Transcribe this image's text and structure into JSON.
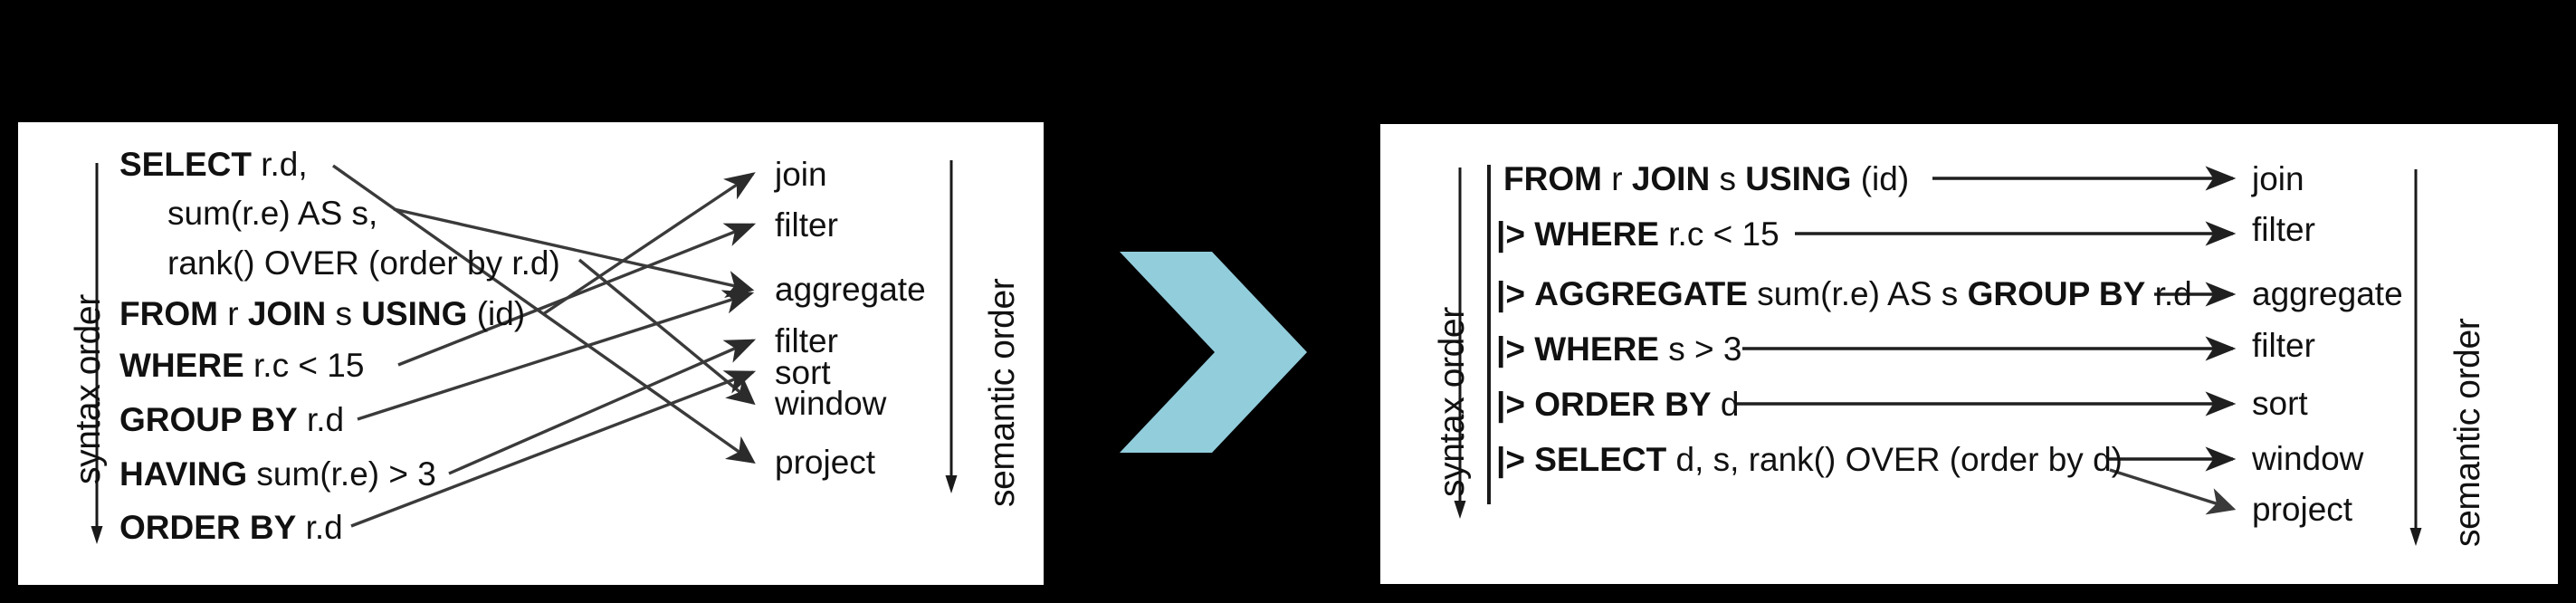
{
  "figure": {
    "background_color": "#000000",
    "panel_color": "#ffffff",
    "ink_color": "#111111",
    "chevron_color": "#92cddc",
    "chevron_icon": "chevron-right-icon"
  },
  "left_panel": {
    "syntax_axis_label": "syntax order",
    "semantic_axis_label": "semantic order",
    "clauses": [
      {
        "keyword": "SELECT",
        "rest": " r.d,"
      },
      {
        "keyword": "",
        "rest": "sum(r.e) AS s,"
      },
      {
        "keyword": "",
        "rest": "rank() OVER (order by r.d)"
      },
      {
        "keyword": "FROM",
        "rest": " r JOIN s USING (id)",
        "bold_parts": "FROM r JOIN s USING (id)"
      },
      {
        "keyword": "WHERE",
        "rest": " r.c < 15"
      },
      {
        "keyword": "GROUP BY",
        "rest": " r.d"
      },
      {
        "keyword": "HAVING",
        "rest": " sum(r.e) > 3"
      },
      {
        "keyword": "ORDER BY",
        "rest": " r.d"
      }
    ],
    "stages": [
      "join",
      "filter",
      "aggregate",
      "filter",
      "sort",
      "window",
      "project"
    ],
    "mappings": [
      {
        "from": "SELECT r.d,",
        "to": "project"
      },
      {
        "from": "sum(r.e) AS s,",
        "to": "aggregate"
      },
      {
        "from": "rank() OVER (order by r.d)",
        "to": "window"
      },
      {
        "from": "FROM r JOIN s USING (id)",
        "to": "join"
      },
      {
        "from": "WHERE r.c < 15",
        "to": "filter"
      },
      {
        "from": "GROUP BY r.d",
        "to": "aggregate"
      },
      {
        "from": "HAVING sum(r.e) > 3",
        "to": "filter"
      },
      {
        "from": "ORDER BY r.d",
        "to": "sort"
      }
    ]
  },
  "right_panel": {
    "syntax_axis_label": "syntax order",
    "semantic_axis_label": "semantic order",
    "clauses": [
      {
        "pipe": "",
        "keyword": "FROM",
        "rest": " r JOIN s USING (id)"
      },
      {
        "pipe": "|>",
        "keyword": "WHERE",
        "rest": " r.c < 15"
      },
      {
        "pipe": "|>",
        "keyword": "AGGREGATE",
        "rest": " sum(r.e) AS s GROUP BY r.d"
      },
      {
        "pipe": "|>",
        "keyword": "WHERE",
        "rest": " s > 3"
      },
      {
        "pipe": "|>",
        "keyword": "ORDER BY",
        "rest": " d"
      },
      {
        "pipe": "|>",
        "keyword": "SELECT",
        "rest": " d, s, rank() OVER (order by d)"
      }
    ],
    "stages": [
      "join",
      "filter",
      "aggregate",
      "filter",
      "sort",
      "window",
      "project"
    ],
    "mappings": [
      {
        "from": "FROM r JOIN s USING (id)",
        "to": "join"
      },
      {
        "from": "|> WHERE r.c < 15",
        "to": "filter"
      },
      {
        "from": "|> AGGREGATE sum(r.e) AS s GROUP BY r.d",
        "to": "aggregate"
      },
      {
        "from": "|> WHERE s > 3",
        "to": "filter"
      },
      {
        "from": "|> ORDER BY d",
        "to": "sort"
      },
      {
        "from": "|> SELECT d, s, rank() OVER (order by d)",
        "to": "window"
      },
      {
        "from": "|> SELECT d, s, rank() OVER (order by d)",
        "to": "project"
      }
    ]
  }
}
